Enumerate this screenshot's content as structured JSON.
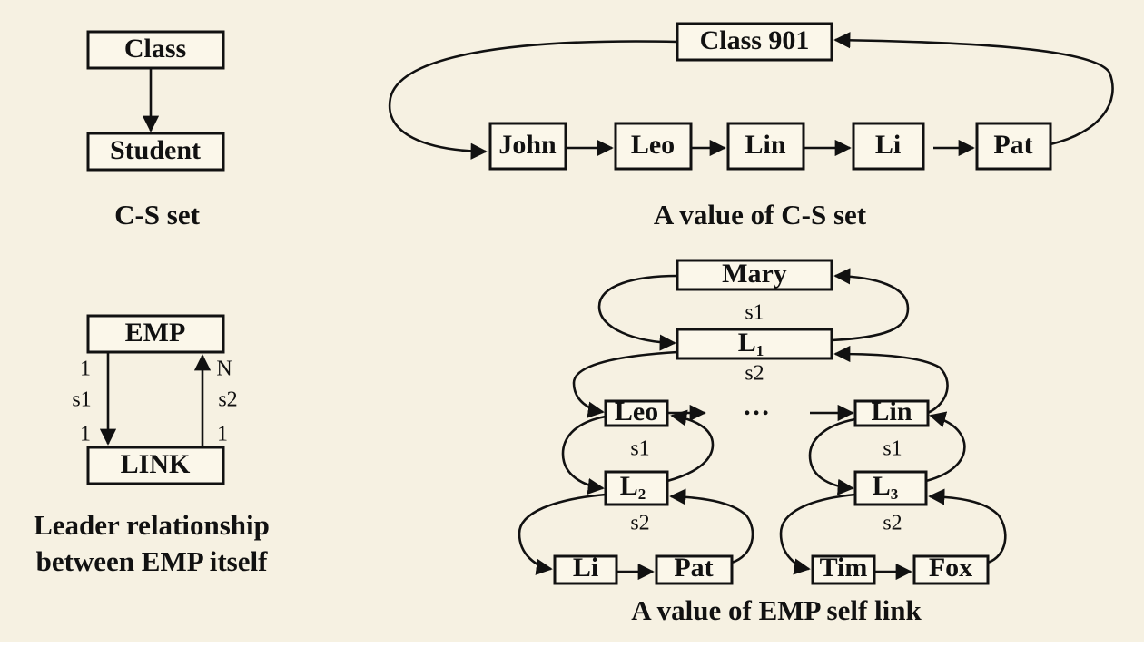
{
  "colors": {
    "background": "#f6f1e2",
    "ink": "#111111",
    "box_fill": "#fbf7ea"
  },
  "cs_schema": {
    "owner": "Class",
    "member": "Student",
    "caption": "C-S set"
  },
  "cs_value": {
    "owner": "Class 901",
    "members": [
      "John",
      "Leo",
      "Lin",
      "Li",
      "Pat"
    ],
    "caption": "A value of C-S set"
  },
  "emp_schema": {
    "top": "EMP",
    "bottom": "LINK",
    "s1_label": "s1",
    "s2_label": "s2",
    "s1_card_top": "1",
    "s1_card_bottom": "1",
    "s2_card_top": "N",
    "s2_card_bottom": "1",
    "caption_line1": "Leader relationship",
    "caption_line2": "between EMP itself"
  },
  "emp_value": {
    "root": "Mary",
    "link1": {
      "base": "L",
      "sub": "1"
    },
    "link2": {
      "base": "L",
      "sub": "2"
    },
    "link3": {
      "base": "L",
      "sub": "3"
    },
    "left_emp": "Leo",
    "right_emp": "Lin",
    "ellipsis": "…",
    "leaves_left": [
      "Li",
      "Pat"
    ],
    "leaves_right": [
      "Tim",
      "Fox"
    ],
    "s1": "s1",
    "s2": "s2",
    "caption": "A value of EMP self link"
  }
}
